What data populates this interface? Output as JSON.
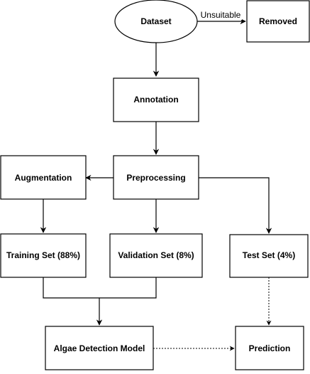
{
  "diagram": {
    "colors": {
      "stroke": "#000000",
      "fill": "#ffffff",
      "text": "#000000"
    },
    "nodes": {
      "dataset": "Dataset",
      "removed": "Removed",
      "annotation": "Annotation",
      "augmentation": "Augmentation",
      "preprocessing": "Preprocessing",
      "training_set": "Training Set (88%)",
      "validation_set": "Validation Set (8%)",
      "test_set": "Test Set (4%)",
      "algae_detection_model": "Algae Detection Model",
      "prediction": "Prediction"
    },
    "edges": {
      "unsuitable": "Unsuitable"
    }
  }
}
